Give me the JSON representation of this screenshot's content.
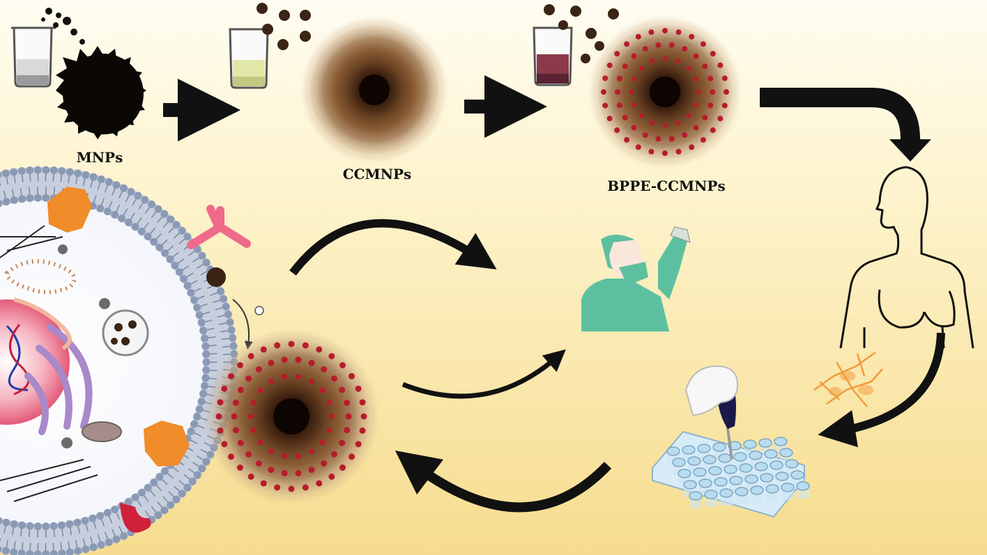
{
  "labels": {
    "mnps": "MNPs",
    "ccmnps": "CCMNPs",
    "bppe_ccmnps": "BPPE-CCMNPs"
  },
  "colors": {
    "background_top": "#fffdf2",
    "background_bottom": "#f6dc8e",
    "particle_core": "#1a0a04",
    "particle_shell": "#6b4424",
    "peptide_dots": "#b71c2c",
    "arrow": "#111111",
    "surgeon": "#5cc0a0",
    "receptor": "#f08c2a",
    "antibody": "#f06a8a",
    "membrane_head": "#8b9ab4",
    "cancer_cells": "#f39a3a",
    "well_plate": "#b8dcf0"
  },
  "icons": [
    "beaker-icon",
    "human-silhouette-icon",
    "surgeon-icon",
    "pipette-icon",
    "well-plate-icon",
    "antibody-icon",
    "receptor-icon",
    "cancer-cells-icon",
    "dna-icon",
    "mitochondrion-icon"
  ]
}
